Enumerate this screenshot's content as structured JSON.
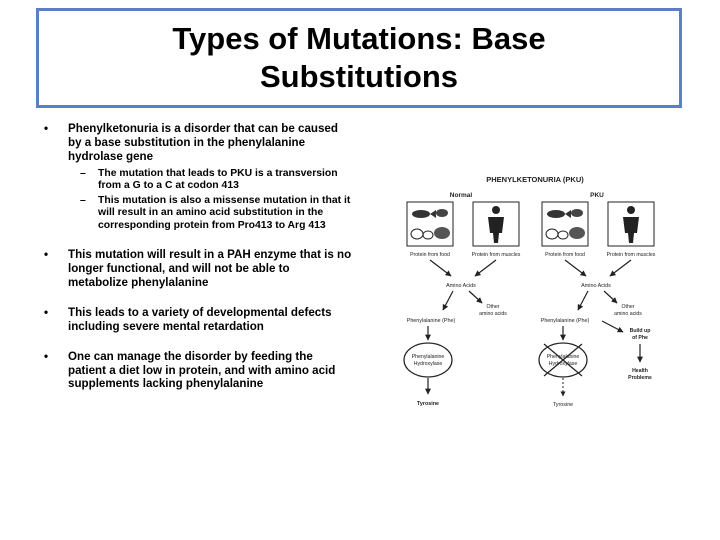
{
  "slide": {
    "title": "Types of Mutations: Base Substitutions"
  },
  "bullets": [
    {
      "text": "Phenylketonuria is a disorder that can be caused by a base substitution in the phenylalanine hydrolase gene",
      "sub": [
        "The mutation that leads to PKU is a transversion from a G to a C at codon 413",
        "This mutation is also a missense mutation in that it will result in an amino acid substitution in the corresponding protein from Pro413 to Arg 413"
      ]
    },
    {
      "text": "This mutation will result in a PAH enzyme that is no longer functional, and will not be able to metabolize phenylalanine"
    },
    {
      "text": "This leads to a variety of developmental defects including severe mental retardation"
    },
    {
      "text": "One can manage the disorder by feeding the patient a diet low in protein, and with amino acid supplements lacking phenylalanine"
    }
  ],
  "diagram": {
    "title": "PHENYLKETONURIA (PKU)",
    "normal_label": "Normal",
    "pku_label": "PKU",
    "protein_from_food": "Protein from food",
    "protein_from_muscles": "Protein from muscles",
    "amino_acids": "Amino Acids",
    "other_line1": "Other",
    "other_line2": "amino acids",
    "phenylalanine": "Phenylalanine (Phe)",
    "enzyme_line1": "Phenylalanine",
    "enzyme_line2": "Hydroxylase",
    "tyrosine": "Tyrosine",
    "buildup_line1": "Build up",
    "buildup_line2": "of Phe",
    "health_line1": "Health",
    "health_line2": "Problems"
  }
}
